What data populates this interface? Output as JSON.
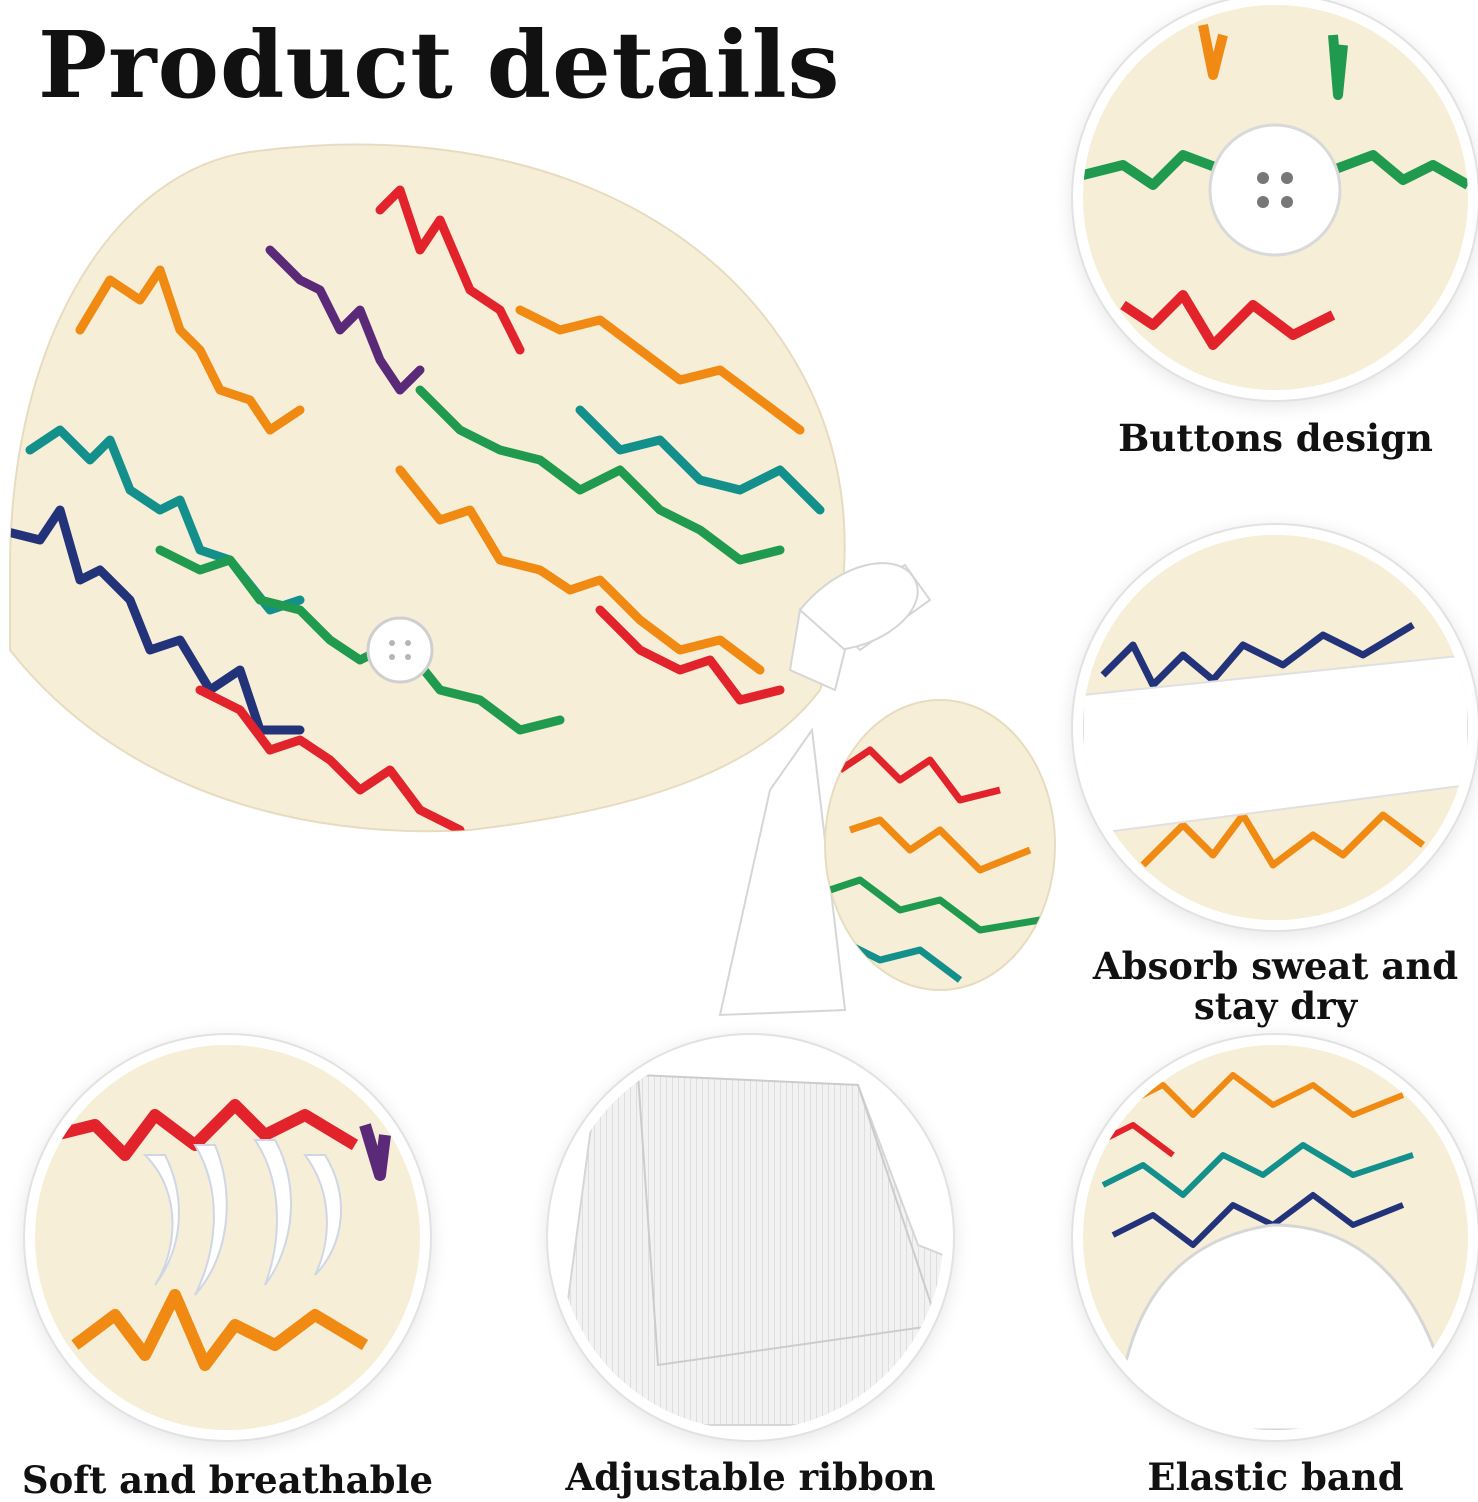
{
  "header": {
    "title": "Product details"
  },
  "features": [
    {
      "label": "Buttons design"
    },
    {
      "label": "Absorb sweat and stay dry"
    },
    {
      "label": "Soft and breathable"
    },
    {
      "label": "Adjustable ribbon"
    },
    {
      "label": "Elastic band"
    }
  ],
  "colors": {
    "fabric": "#f6eed6",
    "red": "#e2232b",
    "orange": "#f08a12",
    "green": "#1f9a4f",
    "teal": "#14908c",
    "navy": "#23337a",
    "purple": "#5a2a78",
    "ribbon": "#ffffff"
  }
}
